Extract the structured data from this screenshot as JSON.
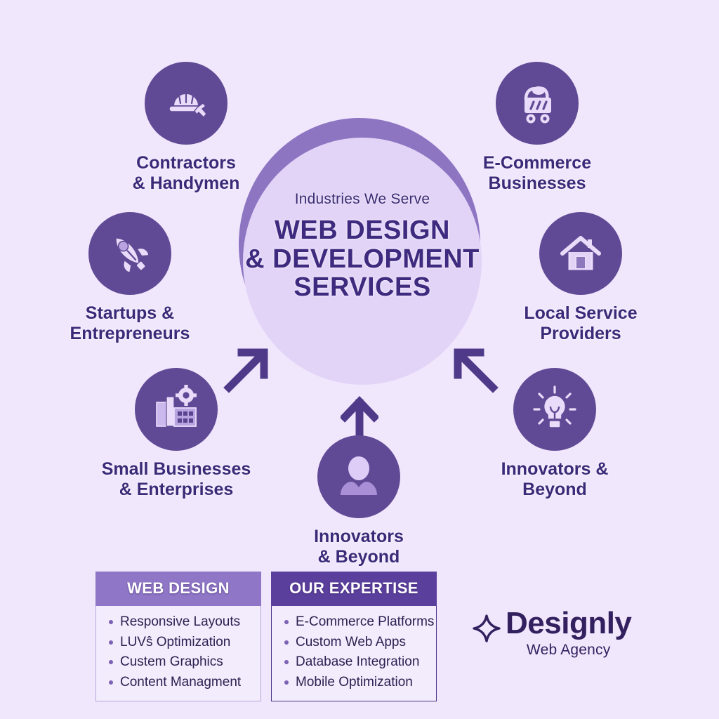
{
  "hub": {
    "eyebrow": "Industries We Serve",
    "title_line1": "WEB DESIGN",
    "title_line2": "& DEVELOPMENT",
    "title_line3": "SERVICES",
    "ring_color": "#8d75c2",
    "core_color": "#e2d4f7",
    "text_color": "#3e2a7e"
  },
  "background_color": "#f0e7fd",
  "nodes": [
    {
      "id": "contractors",
      "icon": "hard-hat-wrench-icon",
      "label_line1": "Contractors",
      "label_line2": "& Handymen"
    },
    {
      "id": "ecommerce",
      "icon": "shopping-cart-icon",
      "label_line1": "E-Commerce",
      "label_line2": "Businesses"
    },
    {
      "id": "startups",
      "icon": "rocket-icon",
      "label_line1": "Startups &",
      "label_line2": "Entrepreneurs"
    },
    {
      "id": "local",
      "icon": "house-icon",
      "label_line1": "Local Service",
      "label_line2": "Providers"
    },
    {
      "id": "smallbiz",
      "icon": "buildings-gear-icon",
      "label_line1": "Small Businesses",
      "label_line2": "& Enterprises"
    },
    {
      "id": "innovators",
      "icon": "lightbulb-icon",
      "label_line1": "Innovators &",
      "label_line2": "Beyond"
    },
    {
      "id": "people",
      "icon": "person-icon",
      "label_line1": "Innovators",
      "label_line2": "& Beyond"
    }
  ],
  "badge_color": "#614a95",
  "icon_color": "#e8dcfa",
  "arrows": {
    "color": "#4f3a8a",
    "count": 3,
    "directions": [
      "up-right",
      "up",
      "up-left"
    ]
  },
  "panels": [
    {
      "id": "webdesign",
      "header": "WEB DESIGN",
      "header_color": "#8f76c6",
      "items": [
        "Responsive Layouts",
        "LUVŝ Optimization",
        "Custem Graphics",
        "Content Managment"
      ]
    },
    {
      "id": "expertise",
      "header": "OUR EXPERTISE",
      "header_color": "#5b3f9d",
      "items": [
        "E-Commerce Platforms",
        "Custom Web Apps",
        "Database Integration",
        "Mobile Optimization"
      ]
    }
  ],
  "logo": {
    "mark": "four-point-star-icon",
    "wordmark": "Designly",
    "tagline": "Web Agency",
    "color": "#33215f"
  }
}
